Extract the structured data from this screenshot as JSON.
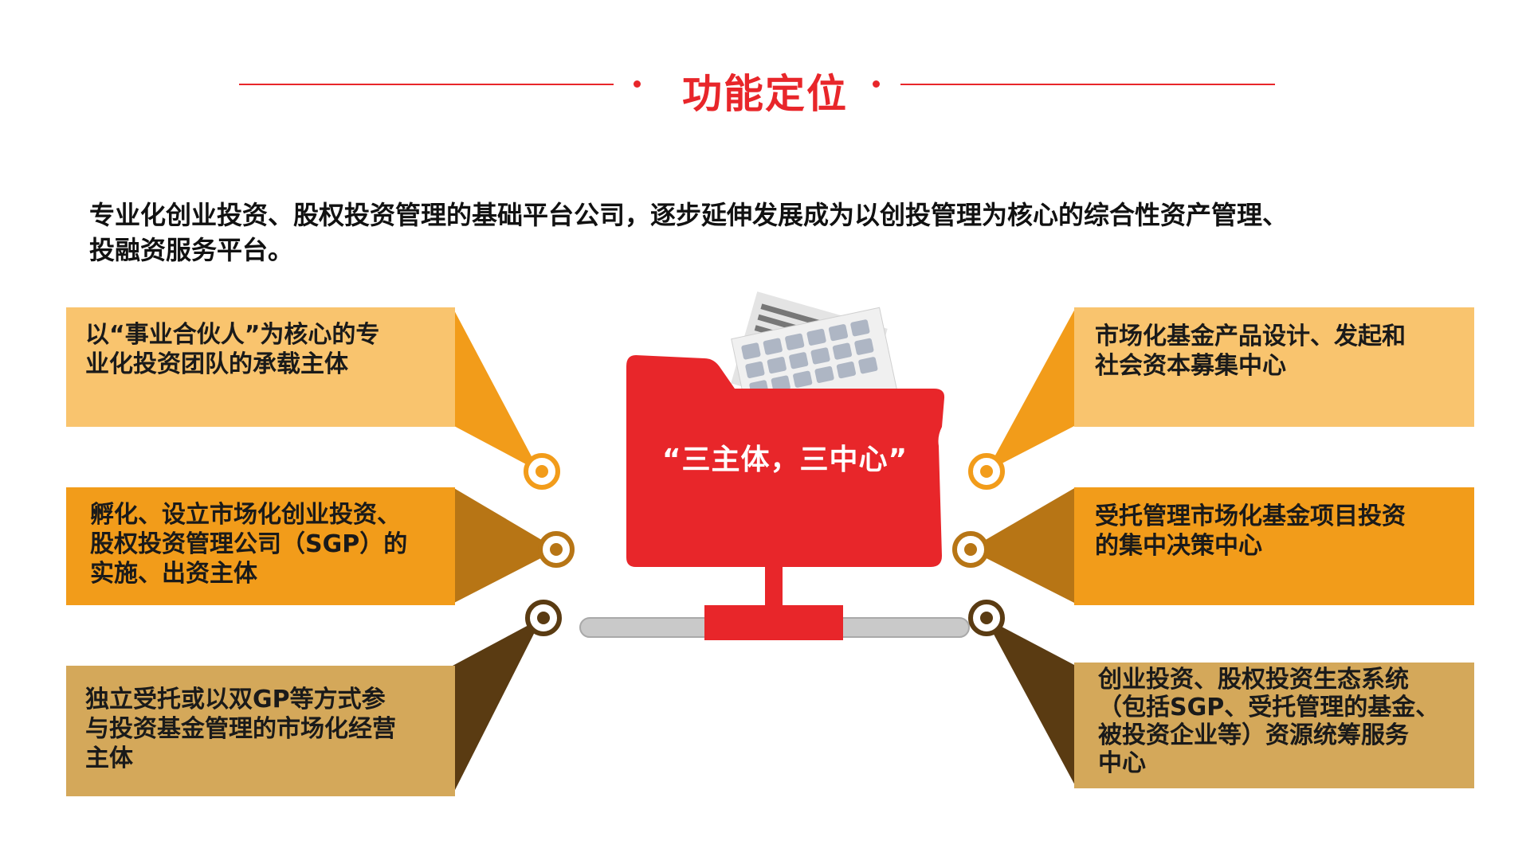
{
  "header": {
    "title": "功能定位"
  },
  "intro": {
    "line1": "专业化创业投资、股权投资管理的基础平台公司，逐步延伸发展成为以创投管理为核心的综合性资产管理、",
    "line2": "投融资服务平台。"
  },
  "center": {
    "label": "“三主体，三中心”"
  },
  "left_items": [
    {
      "lines": [
        "以“事业合伙人”为核心的专",
        "业化投资团队的承载主体"
      ]
    },
    {
      "lines": [
        "孵化、设立市场化创业投资、",
        "股权投资管理公司（SGP）的",
        "实施、出资主体"
      ]
    },
    {
      "lines": [
        "独立受托或以双GP等方式参",
        "与投资基金管理的市场化经营",
        "主体"
      ]
    }
  ],
  "right_items": [
    {
      "lines": [
        "市场化基金产品设计、发起和",
        "社会资本募集中心"
      ]
    },
    {
      "lines": [
        "受托管理市场化基金项目投资",
        "的集中决策中心"
      ]
    },
    {
      "lines": [
        "创业投资、股权投资生态系统",
        "（包括SGP、受托管理的基金、",
        "被投资企业等）资源统筹服务",
        "中心"
      ]
    }
  ],
  "colors": {
    "accent_red": "#e8262a",
    "box_light_orange": "#f9c46e",
    "box_orange": "#f29c1a",
    "box_tan": "#d4a85a",
    "dark_brown": "#5a3b12"
  }
}
